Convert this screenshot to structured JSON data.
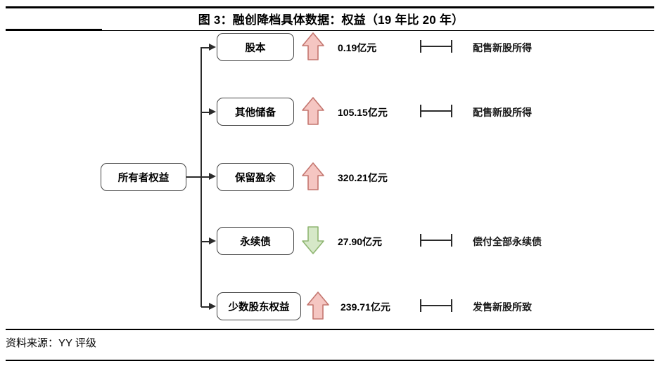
{
  "title": "图 3：融创降档具体数据：权益（19 年比 20 年）",
  "source": "资料来源：YY 评级",
  "colors": {
    "up_fill": "#f5c6c2",
    "up_stroke": "#c4766f",
    "down_fill": "#d6e8c8",
    "down_stroke": "#8fb672",
    "line": "#2b2b2b",
    "node_border": "#444444"
  },
  "diagram": {
    "type": "tree",
    "root": {
      "label": "所有者权益"
    },
    "children": [
      {
        "label": "股本",
        "direction": "up",
        "direction_icon": "arrow-up-icon",
        "value": "0.19亿元",
        "has_bracket": true,
        "note": "配售新股所得"
      },
      {
        "label": "其他储备",
        "direction": "up",
        "direction_icon": "arrow-up-icon",
        "value": "105.15亿元",
        "has_bracket": true,
        "note": "配售新股所得"
      },
      {
        "label": "保留盈余",
        "direction": "up",
        "direction_icon": "arrow-up-icon",
        "value": "320.21亿元",
        "has_bracket": false,
        "note": ""
      },
      {
        "label": "永续债",
        "direction": "down",
        "direction_icon": "arrow-down-icon",
        "value": "27.90亿元",
        "has_bracket": true,
        "note": "偿付全部永续债"
      },
      {
        "label": "少数股东权益",
        "direction": "up",
        "direction_icon": "arrow-up-icon",
        "value": "239.71亿元",
        "has_bracket": true,
        "note": "发售新股所致"
      }
    ]
  }
}
